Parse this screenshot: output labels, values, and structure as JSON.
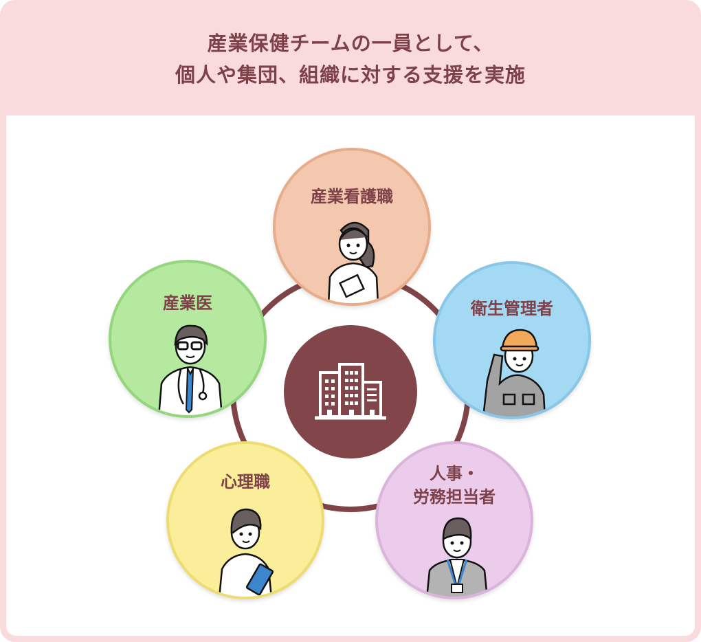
{
  "header": {
    "title_line1": "産業保健チームの一員として、",
    "title_line2": "個人や集団、組織に対する支援を実施"
  },
  "center": {
    "icon": "office-building-icon",
    "color": "#81454a"
  },
  "nodes": [
    {
      "label": "産業看護職",
      "color": "#f4c8ae",
      "border": "#e7ad8a",
      "figure": "nurse-with-tablet"
    },
    {
      "label": "産業医",
      "color": "#b5e9a0",
      "border": "#94d67e",
      "figure": "doctor-with-stethoscope"
    },
    {
      "label": "衛生管理者",
      "color": "#a4d9f3",
      "border": "#88c7e6",
      "figure": "worker-with-helmet"
    },
    {
      "label": "心理職",
      "color": "#fbee9a",
      "border": "#eedc72",
      "figure": "psychologist-with-clipboard"
    },
    {
      "label_line1": "人事・",
      "label_line2": "労務担当者",
      "color": "#ebcdeb",
      "border": "#dcb3dd",
      "figure": "office-worker-with-badge"
    }
  ],
  "colors": {
    "background": "#f9dadd",
    "text": "#7e4149",
    "ring": "#7f4348"
  }
}
